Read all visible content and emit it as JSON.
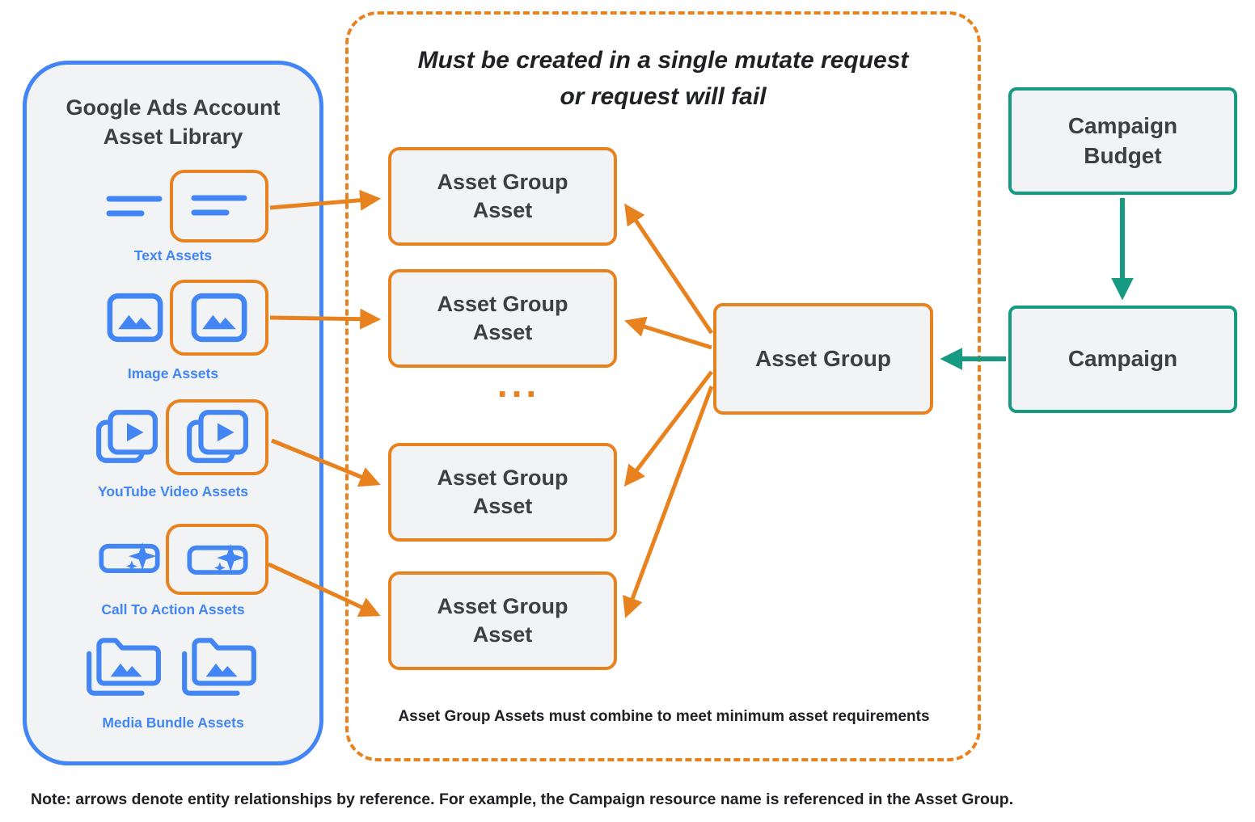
{
  "colors": {
    "blue": "#4285F4",
    "orange": "#E8821E",
    "teal": "#169B82",
    "panel_fill": "#F1F3F4",
    "text_dark": "#3C4043",
    "note_dark": "#202124"
  },
  "library": {
    "title": "Google Ads Account\nAsset Library",
    "items": [
      {
        "label": "Text Assets",
        "icon": "text-lines-icon"
      },
      {
        "label": "Image Assets",
        "icon": "image-mountain-icon"
      },
      {
        "label": "YouTube Video  Assets",
        "icon": "video-play-icon"
      },
      {
        "label": "Call To Action Assets",
        "icon": "cta-sparkle-icon"
      },
      {
        "label": "Media Bundle  Assets",
        "icon": "media-bundle-folder-icon"
      }
    ]
  },
  "mutate_panel": {
    "title": "Must be created in a single mutate request\nor request will fail",
    "boxes": [
      "Asset Group\nAsset",
      "Asset Group\nAsset",
      "Asset Group\nAsset",
      "Asset Group\nAsset"
    ],
    "ellipsis": "...",
    "footnote": "Asset Group Assets must combine to meet minimum asset requirements"
  },
  "entities": {
    "asset_group": "Asset Group",
    "campaign_budget": "Campaign\nBudget",
    "campaign": "Campaign"
  },
  "note": "Note: arrows denote entity relationships by reference. For example, the Campaign resource name is referenced in the Asset Group."
}
